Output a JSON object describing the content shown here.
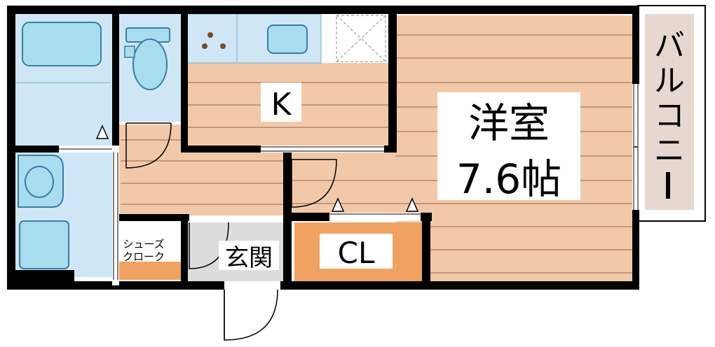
{
  "rooms": {
    "western_room_name": "洋室",
    "western_room_size": "7.6帖",
    "kitchen": "K",
    "closet": "CL",
    "entrance": "玄関",
    "shoe_cloak_line1": "シューズ",
    "shoe_cloak_line2": "クローク",
    "balcony": [
      "バ",
      "ル",
      "コ",
      "ニ",
      "ー"
    ]
  },
  "colors": {
    "floor_wood": "#f2c9a8",
    "floor_line": "#b8866a",
    "wet_area": "#cfe6f7",
    "fixture": "#a8dcef",
    "closet_fill": "#f0a262",
    "entrance_fill": "#dcdcdc",
    "wall": "#000000",
    "balcony_fill": "#e6d8d0"
  }
}
